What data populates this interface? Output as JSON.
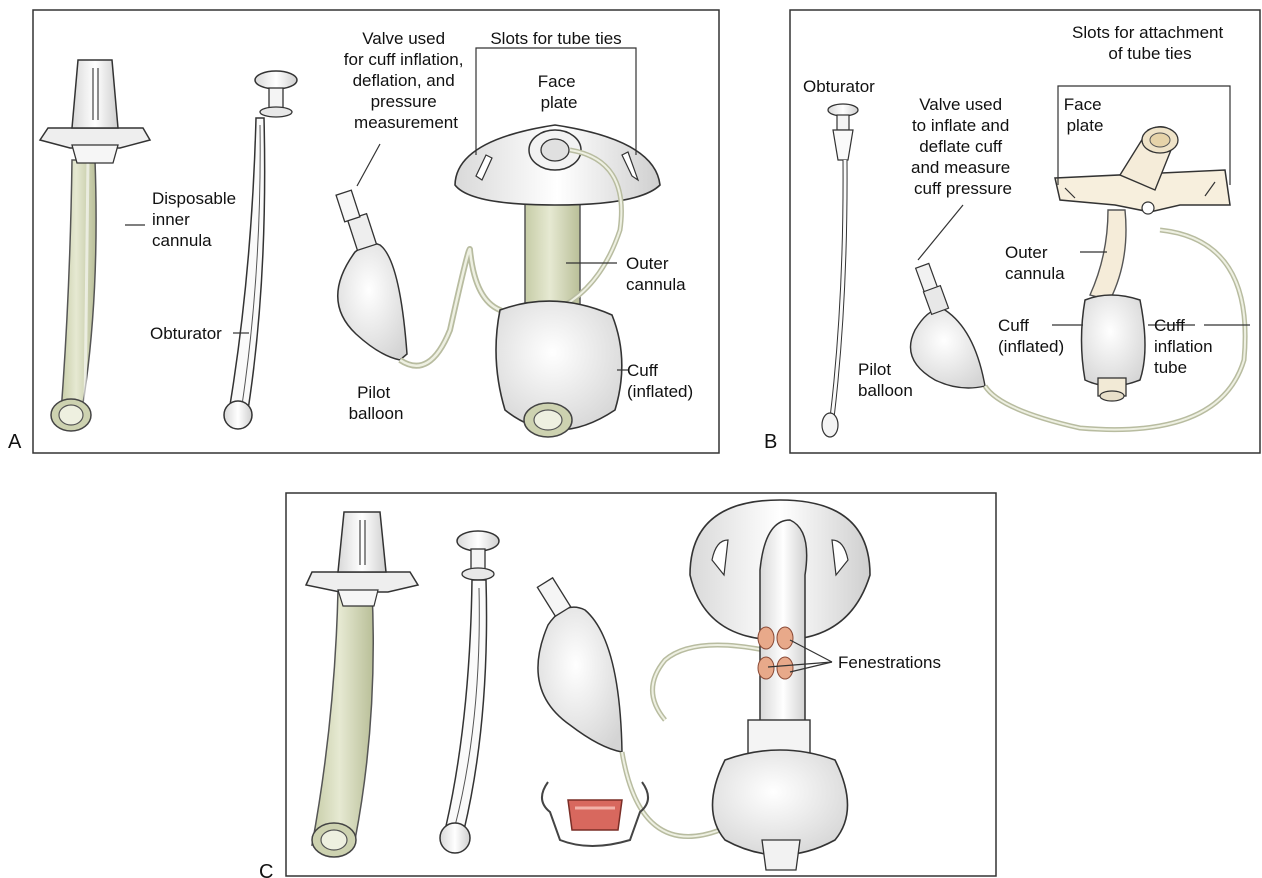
{
  "panels": {
    "a": {
      "letter": "A",
      "labels": {
        "valve": [
          "Valve used",
          "for cuff inflation,",
          "deflation, and",
          "pressure",
          "measurement"
        ],
        "slots": "Slots for tube ties",
        "face_plate": [
          "Face",
          "plate"
        ],
        "inner_cannula": [
          "Disposable",
          "inner",
          "cannula"
        ],
        "outer_cannula": [
          "Outer",
          "cannula"
        ],
        "obturator": "Obturator",
        "pilot_balloon": [
          "Pilot",
          "balloon"
        ],
        "cuff": [
          "Cuff",
          "(inflated)"
        ]
      }
    },
    "b": {
      "letter": "B",
      "labels": {
        "slots": [
          "Slots for attachment",
          "of tube ties"
        ],
        "obturator": "Obturator",
        "valve": [
          "Valve used",
          "to inflate and",
          "deflate cuff",
          "and measure",
          "cuff pressure"
        ],
        "face_plate": [
          "Face",
          "plate"
        ],
        "outer_cannula": [
          "Outer",
          "cannula"
        ],
        "cuff": [
          "Cuff",
          "(inflated)"
        ],
        "cuff_tube": [
          "Cuff",
          "inflation",
          "tube"
        ],
        "pilot_balloon": [
          "Pilot",
          "balloon"
        ]
      }
    },
    "c": {
      "letter": "C",
      "labels": {
        "fenestrations": "Fenestrations"
      }
    }
  },
  "colors": {
    "cannula_green": "#d9dec0",
    "outline": "#2a2a2a",
    "plastic": "#f1f1f1",
    "fenestration": "#e8a98a",
    "red_cap": "#d8685e"
  }
}
